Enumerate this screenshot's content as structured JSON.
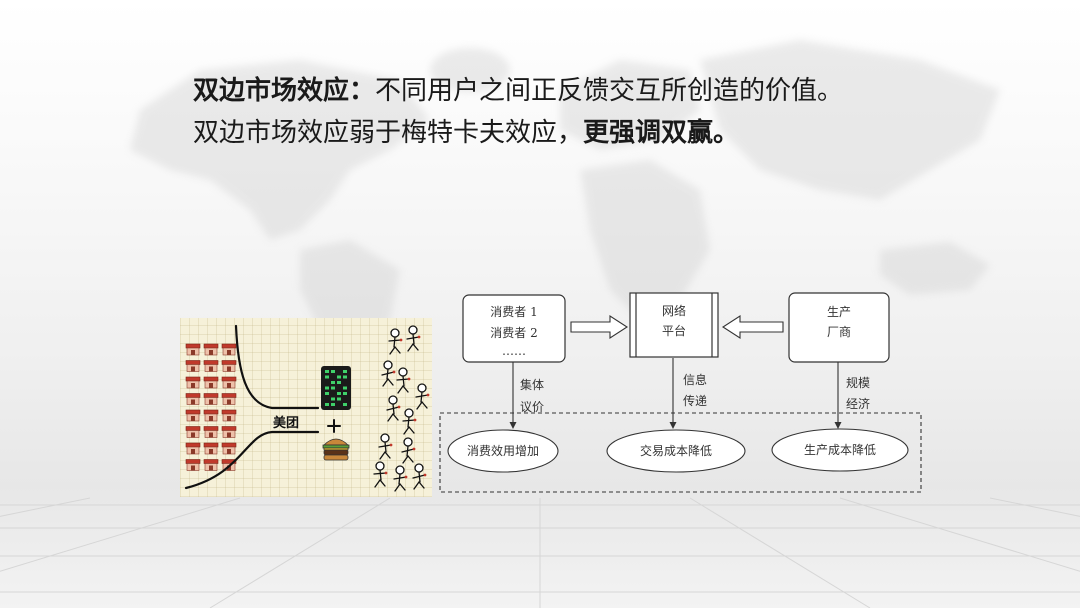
{
  "heading": {
    "line1": {
      "bold": "双边市场效应：",
      "normal": "不同用户之间正反馈交互所创造的价值。"
    },
    "line2": {
      "normal": "双边市场效应弱于梅特卡夫效应，",
      "bold": "更强调双赢。"
    }
  },
  "illustration": {
    "road_label": "美团"
  },
  "diagram": {
    "consumers": {
      "lines": [
        "消费者 1",
        "消费者 2",
        "……"
      ]
    },
    "platform": {
      "lines": [
        "网络",
        "平台"
      ]
    },
    "producers": {
      "lines": [
        "生产",
        "厂商"
      ]
    },
    "flows": [
      {
        "label": [
          "集体",
          "议价"
        ]
      },
      {
        "label": [
          "信息",
          "传递"
        ]
      },
      {
        "label": [
          "规模",
          "经济"
        ]
      }
    ],
    "outcomes": [
      "消费效用增加",
      "交易成本降低",
      "生产成本降低"
    ]
  },
  "colors": {
    "text": "#1a1a1a",
    "diagram_stroke": "#333333",
    "sketch_paper": "#f6f1d9",
    "shop_awning": "#c0392b"
  }
}
